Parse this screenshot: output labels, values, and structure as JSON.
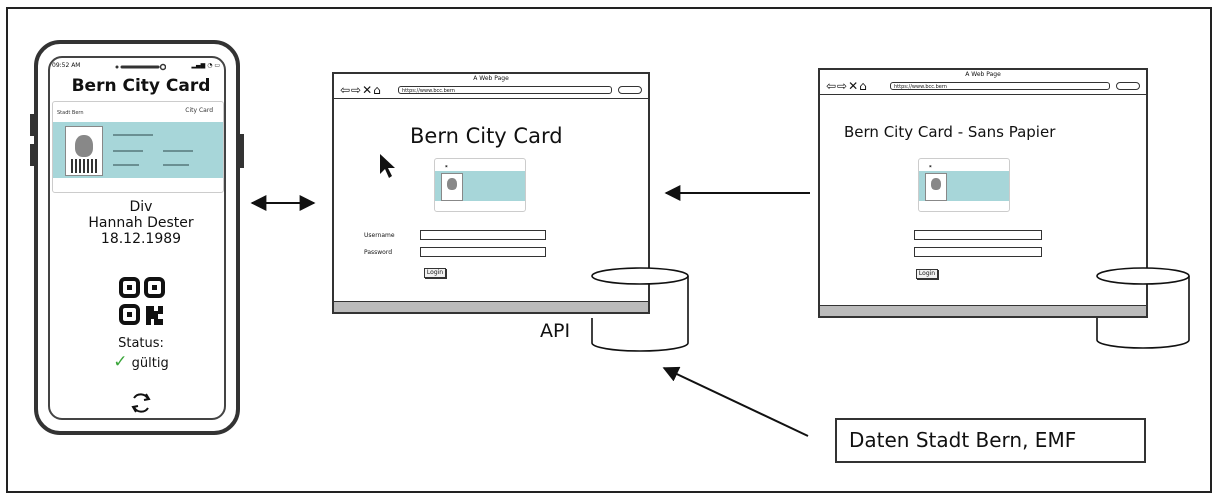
{
  "phone": {
    "time": "09:52 AM",
    "title": "Bern City Card",
    "card_header_left": "Stadt Bern",
    "card_header_right": "City Card",
    "person_label": "Div",
    "person_name": "Hannah Dester",
    "person_date": "18.12.1989",
    "status_label": "Status:",
    "status_value": "gültig"
  },
  "browser_api": {
    "window_title": "A Web Page",
    "url": "https://www.bcc.bern",
    "heading": "Bern City Card",
    "username_label": "Username",
    "password_label": "Password",
    "login_label": "Login"
  },
  "browser_sans_papier": {
    "window_title": "A Web Page",
    "url": "https://www.bcc.bern",
    "heading": "Bern City Card - Sans Papier",
    "login_label": "Login"
  },
  "api_label": "API",
  "data_source_label": "Daten Stadt Bern, EMF",
  "colors": {
    "card_accent": "#a7d6d9",
    "status_ok": "#3aa63a",
    "stroke": "#333333"
  }
}
